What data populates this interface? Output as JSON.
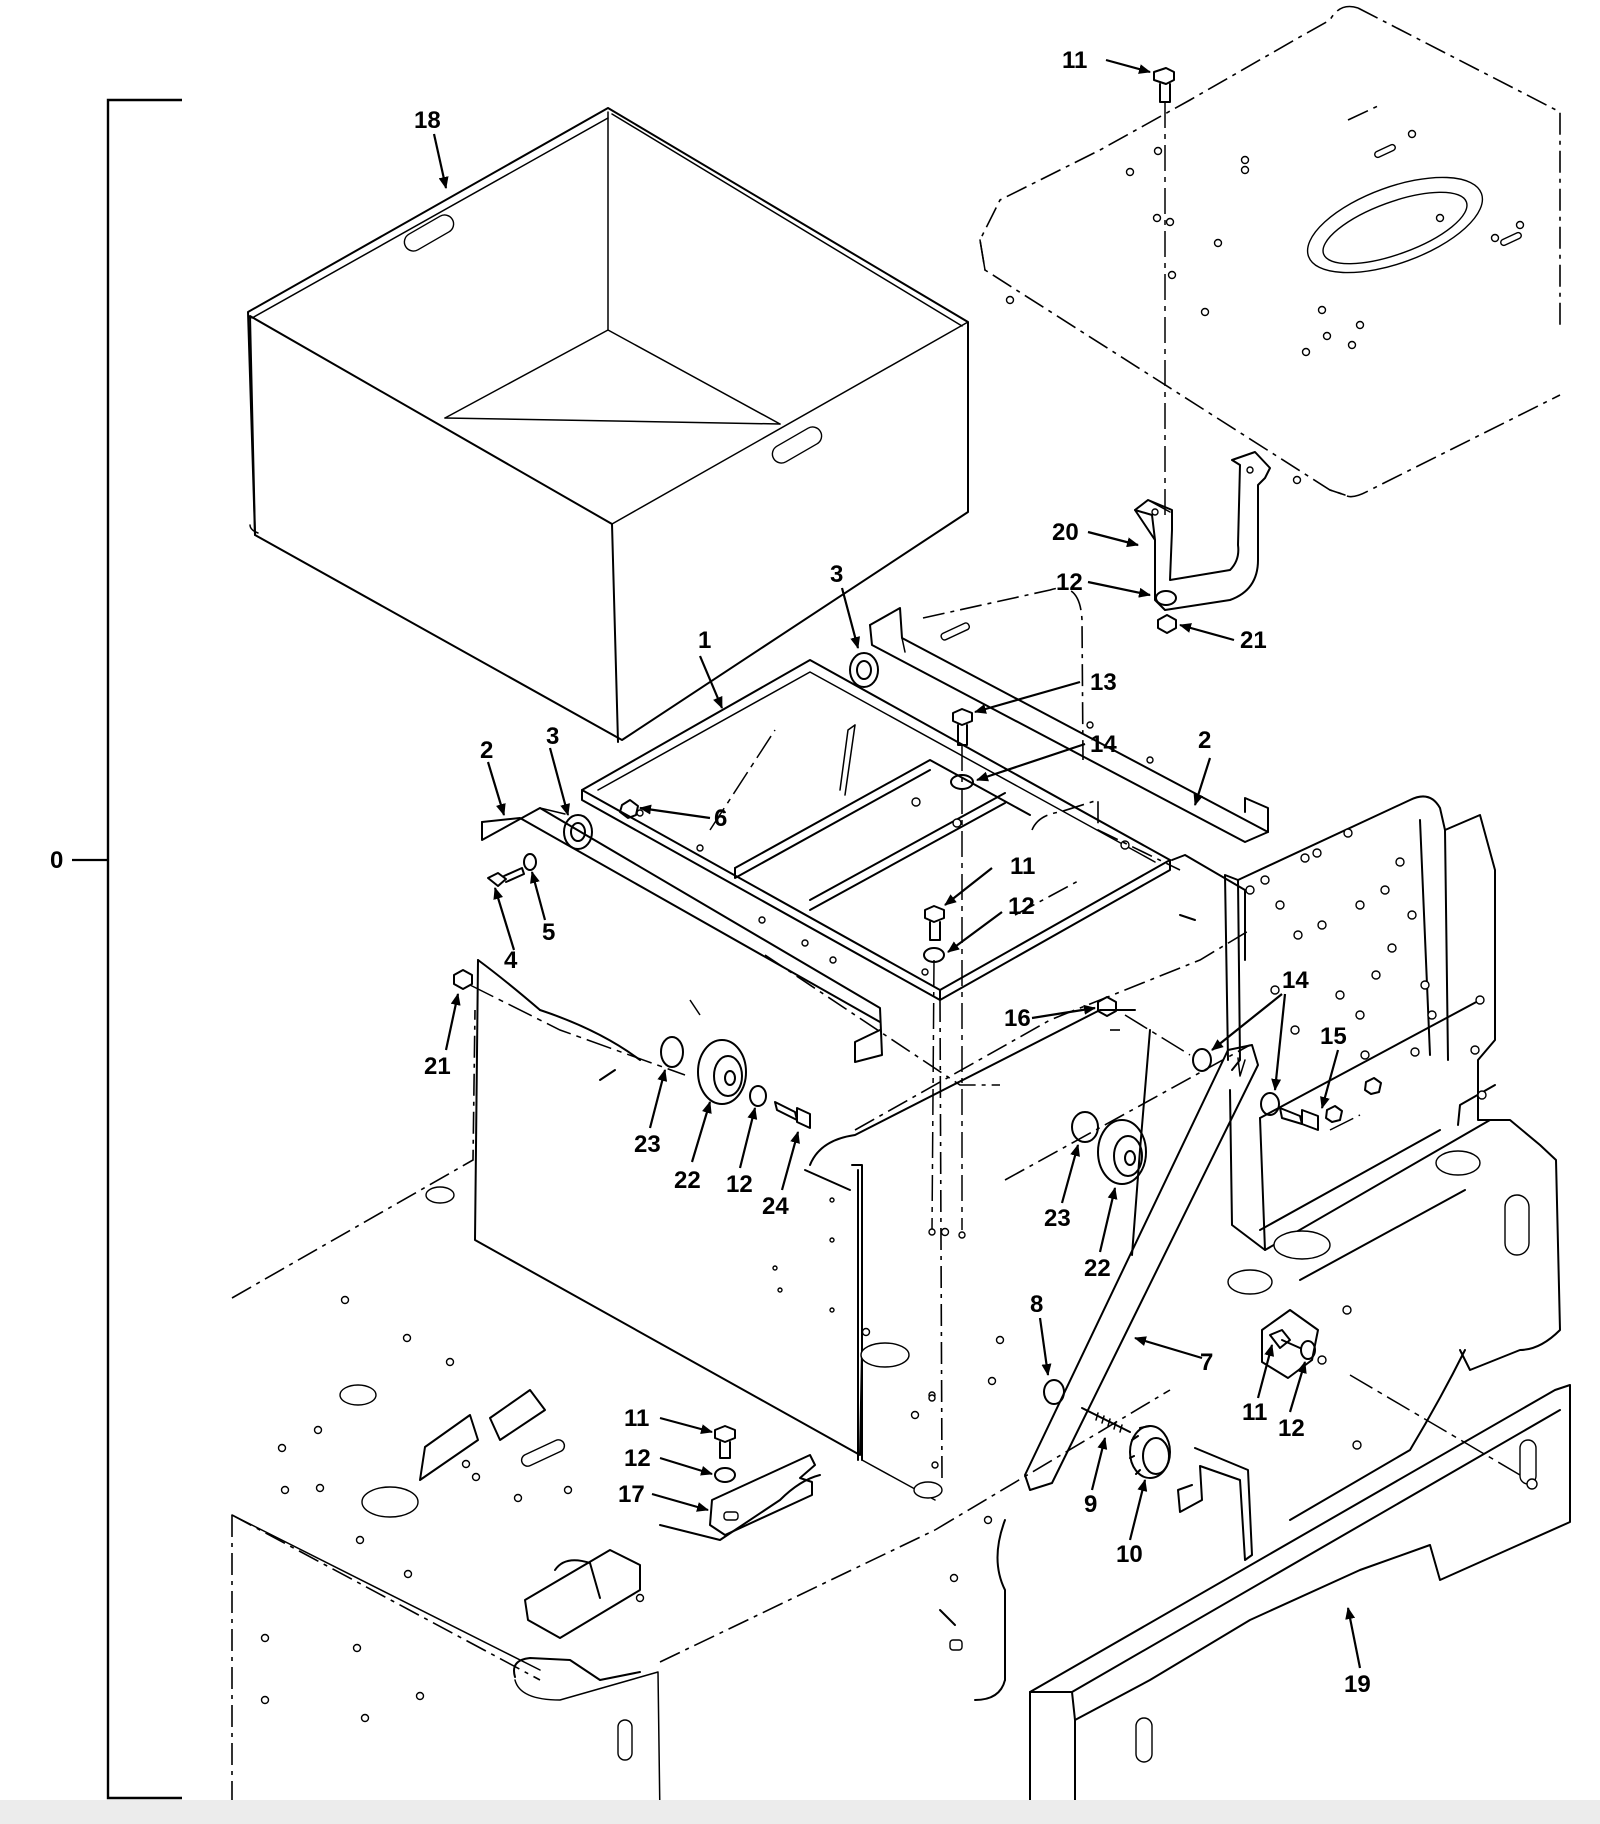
{
  "diagram": {
    "type": "exploded-parts-view",
    "callouts": [
      {
        "id": "c0",
        "label": "0"
      },
      {
        "id": "c1",
        "label": "1"
      },
      {
        "id": "c2a",
        "label": "2"
      },
      {
        "id": "c2b",
        "label": "2"
      },
      {
        "id": "c3a",
        "label": "3"
      },
      {
        "id": "c3b",
        "label": "3"
      },
      {
        "id": "c4",
        "label": "4"
      },
      {
        "id": "c5",
        "label": "5"
      },
      {
        "id": "c6",
        "label": "6"
      },
      {
        "id": "c7",
        "label": "7"
      },
      {
        "id": "c8",
        "label": "8"
      },
      {
        "id": "c9",
        "label": "9"
      },
      {
        "id": "c10",
        "label": "10"
      },
      {
        "id": "c11a",
        "label": "11"
      },
      {
        "id": "c11b",
        "label": "11"
      },
      {
        "id": "c11c",
        "label": "11"
      },
      {
        "id": "c11d",
        "label": "11"
      },
      {
        "id": "c12a",
        "label": "12"
      },
      {
        "id": "c12b",
        "label": "12"
      },
      {
        "id": "c12c",
        "label": "12"
      },
      {
        "id": "c12d",
        "label": "12"
      },
      {
        "id": "c12e",
        "label": "12"
      },
      {
        "id": "c13",
        "label": "13"
      },
      {
        "id": "c14a",
        "label": "14"
      },
      {
        "id": "c14b",
        "label": "14"
      },
      {
        "id": "c15",
        "label": "15"
      },
      {
        "id": "c16",
        "label": "16"
      },
      {
        "id": "c17",
        "label": "17"
      },
      {
        "id": "c18",
        "label": "18"
      },
      {
        "id": "c19",
        "label": "19"
      },
      {
        "id": "c20",
        "label": "20"
      },
      {
        "id": "c21a",
        "label": "21"
      },
      {
        "id": "c21b",
        "label": "21"
      },
      {
        "id": "c22a",
        "label": "22"
      },
      {
        "id": "c22b",
        "label": "22"
      },
      {
        "id": "c23a",
        "label": "23"
      },
      {
        "id": "c23b",
        "label": "23"
      },
      {
        "id": "c24",
        "label": "24"
      }
    ]
  }
}
